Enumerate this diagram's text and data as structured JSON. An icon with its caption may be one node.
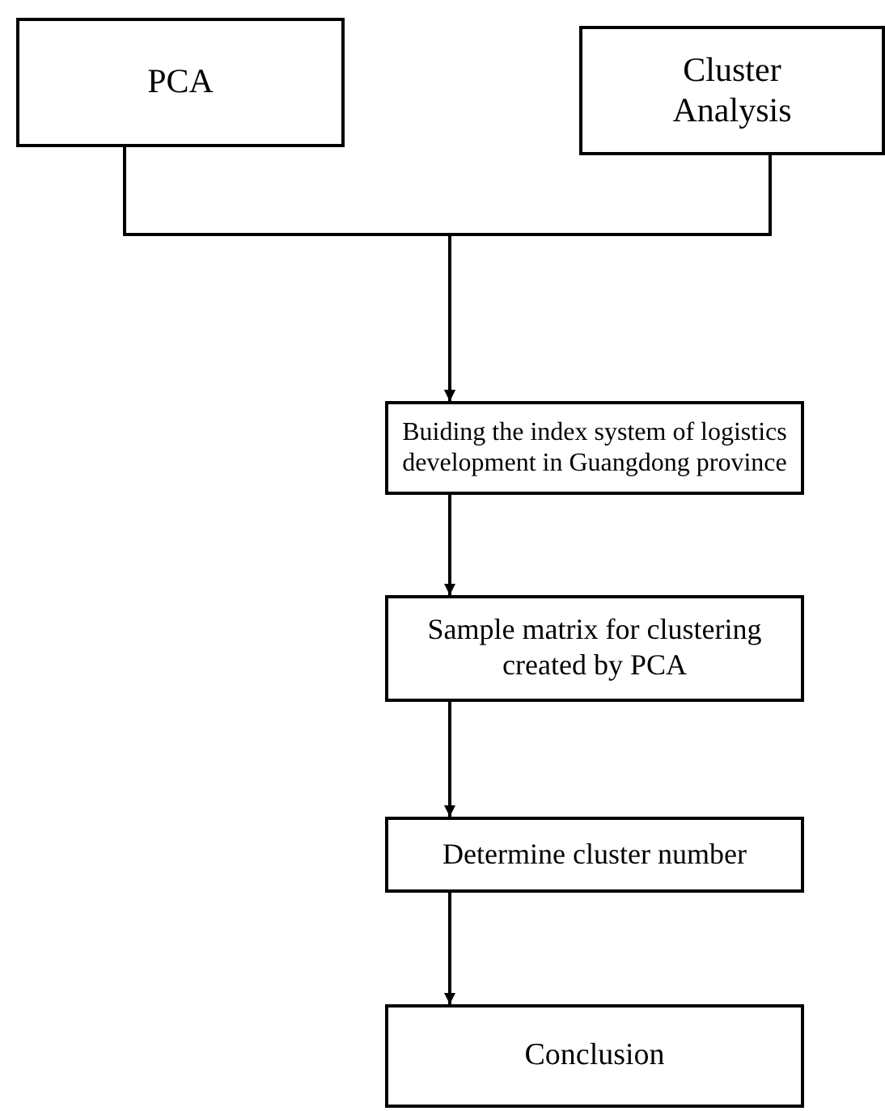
{
  "diagram": {
    "nodes": [
      {
        "text": [
          "PCA"
        ]
      },
      {
        "text": [
          "Cluster Analysis"
        ]
      },
      {
        "text": [
          "Buiding the index system of logistics development in Guangdong province"
        ]
      },
      {
        "text": [
          "Sample matrix for clustering created by PCA"
        ]
      },
      {
        "text": [
          "Determine cluster number"
        ]
      },
      {
        "text": [
          "Conclusion"
        ]
      }
    ],
    "edges": [
      {
        "from": 0,
        "to": 2,
        "arrow": "to"
      },
      {
        "from": 1,
        "to": 2,
        "arrow": "to"
      },
      {
        "from": 2,
        "to": 3,
        "arrow": "to"
      },
      {
        "from": 3,
        "to": 4,
        "arrow": "to"
      },
      {
        "from": 4,
        "to": 5,
        "arrow": "to"
      }
    ]
  }
}
